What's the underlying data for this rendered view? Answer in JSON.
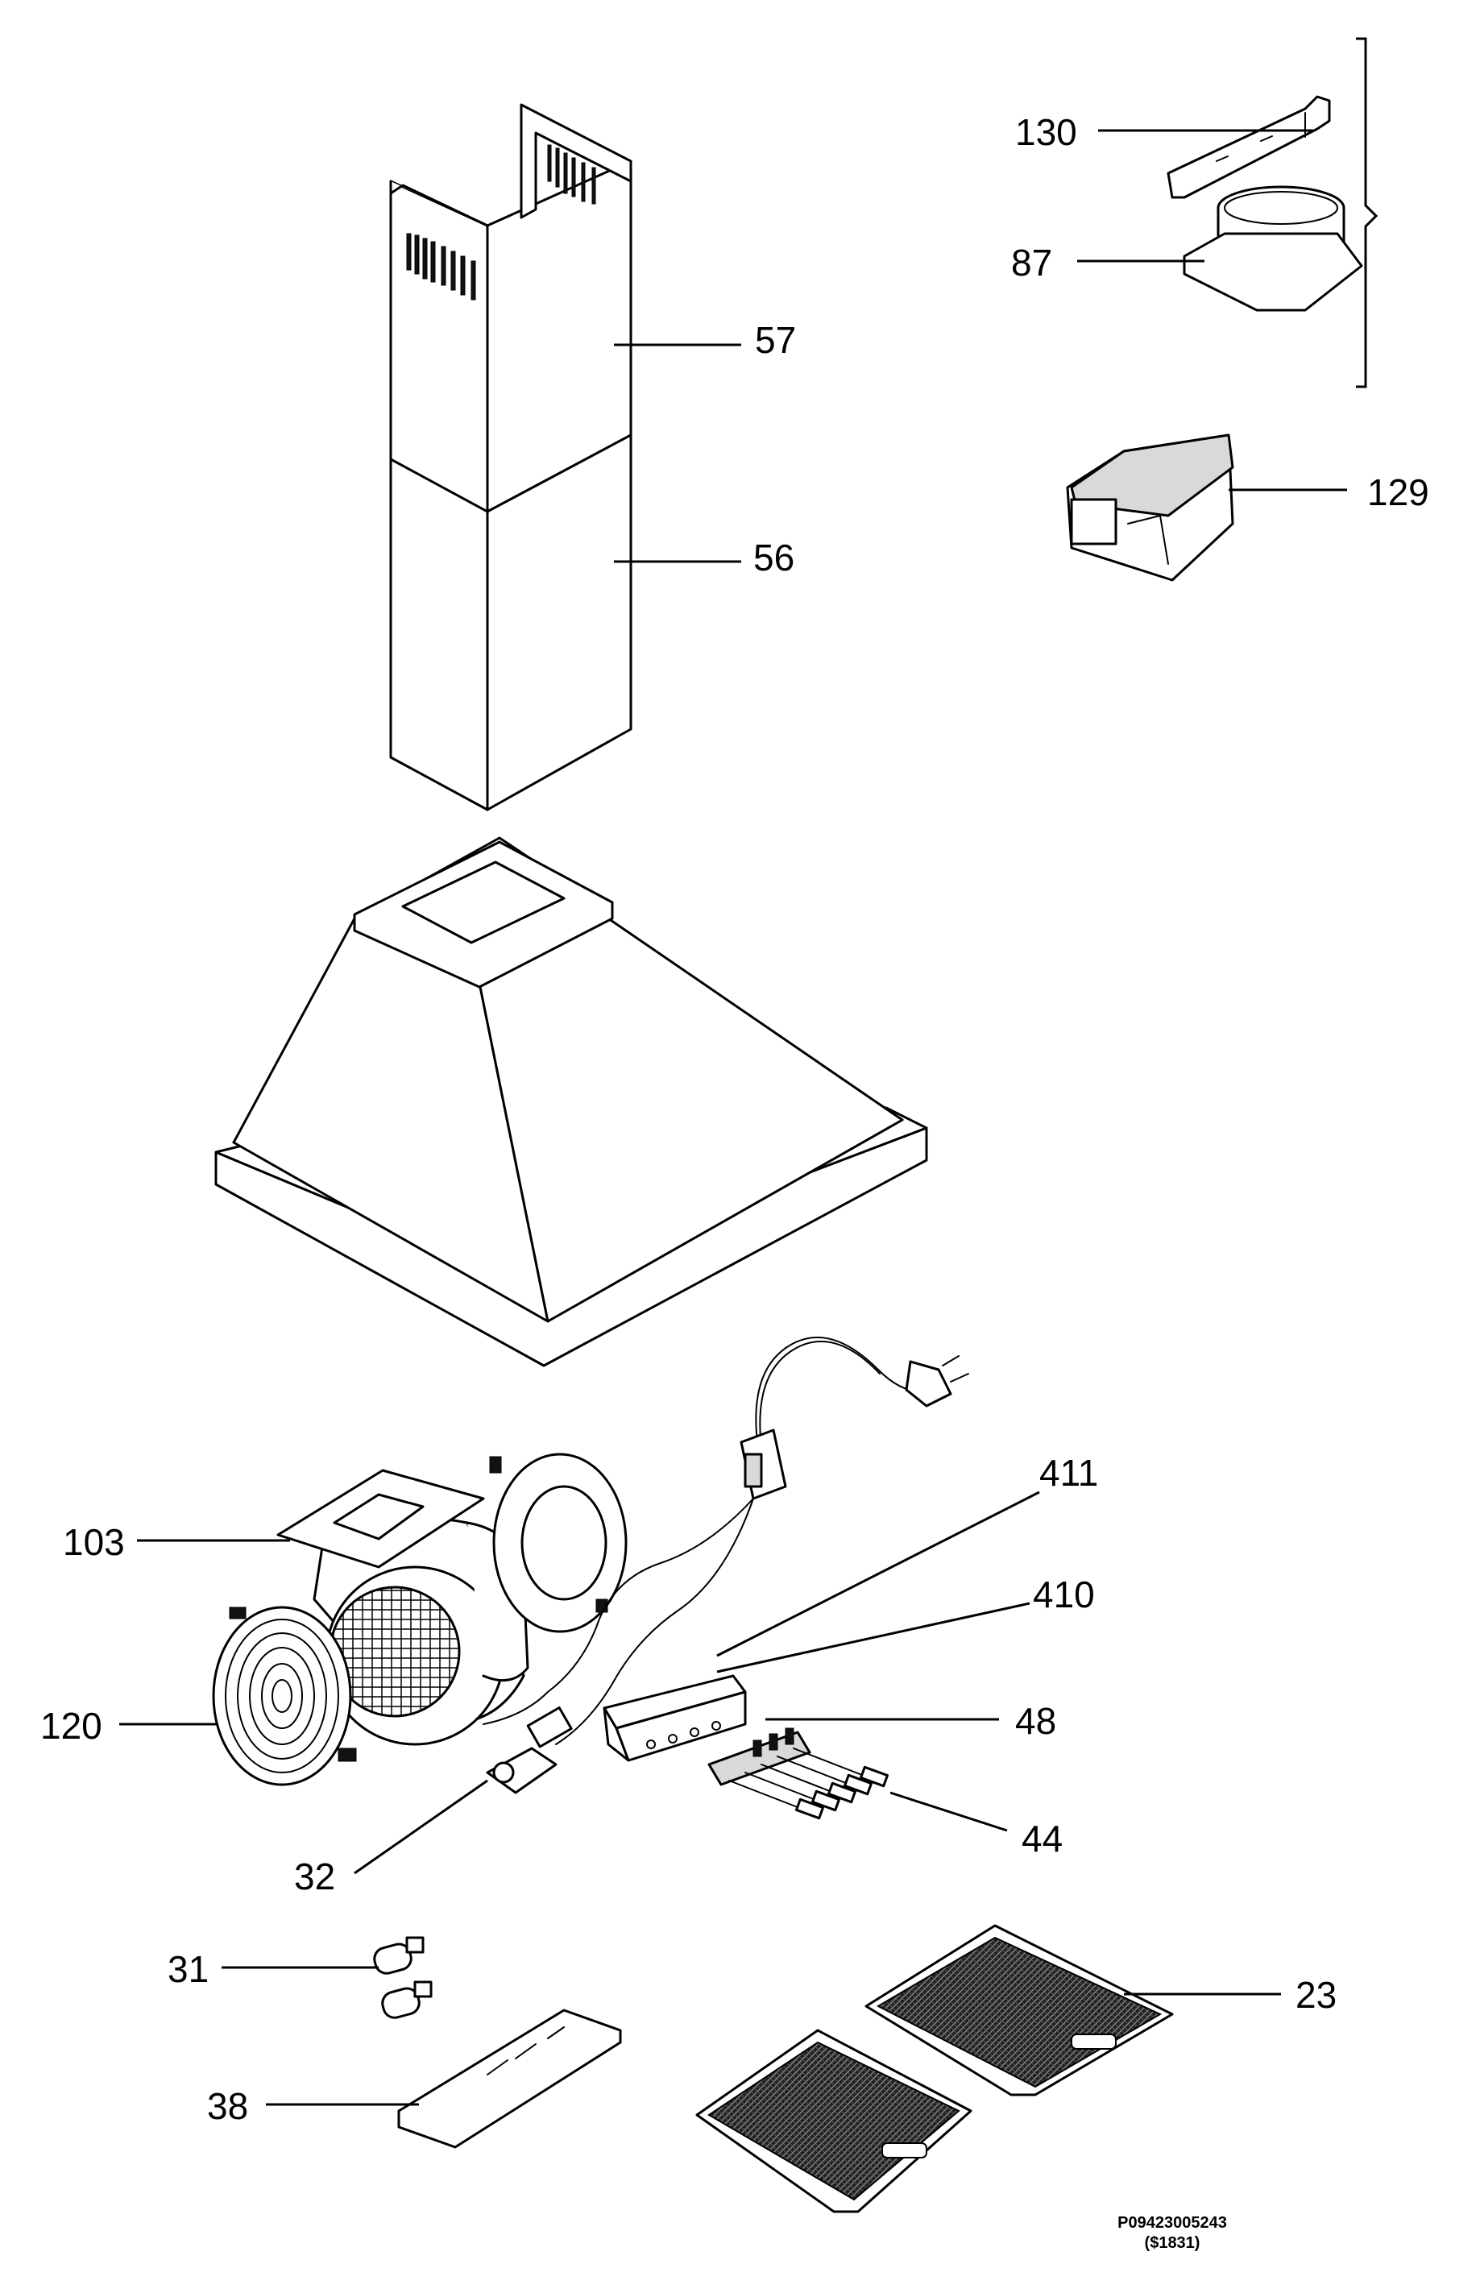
{
  "callouts": {
    "c130": "130",
    "c87": "87",
    "c57": "57",
    "c56": "56",
    "c129": "129",
    "c411": "411",
    "c410": "410",
    "c103": "103",
    "c48": "48",
    "c120": "120",
    "c44": "44",
    "c32": "32",
    "c31": "31",
    "c23": "23",
    "c38": "38"
  },
  "drawing_code": {
    "number": "P09423005243",
    "ref": "($1831)"
  }
}
